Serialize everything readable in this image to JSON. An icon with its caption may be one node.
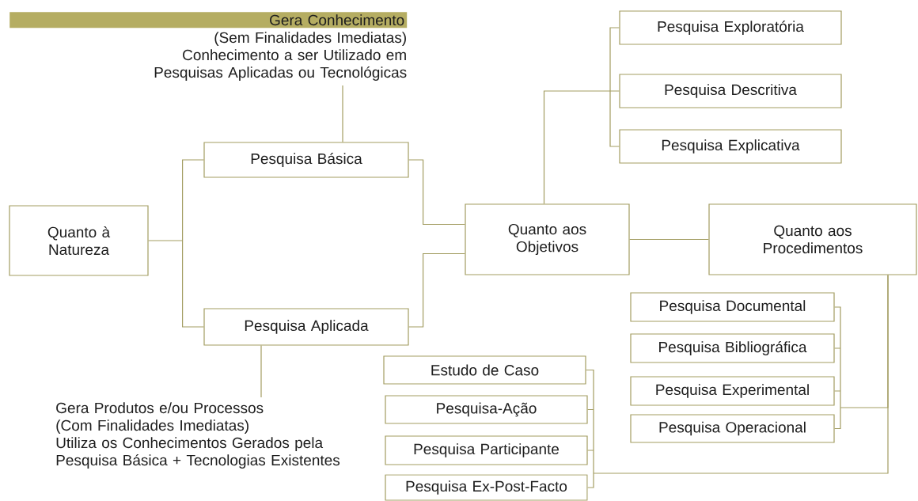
{
  "diagram": {
    "nodes": [
      {
        "text": [
          "Quanto à Natureza"
        ]
      },
      {
        "text": [
          "Pesquisa Básica"
        ]
      },
      {
        "text": [
          "Pesquisa Aplicada"
        ]
      },
      {
        "text": [
          "Gera Conhecimento",
          "(Sem Finalidades Imediatas)",
          "Conhecimento a ser Utilizado em Pesquisas Aplicadas ou Tecnológicas"
        ]
      },
      {
        "text": [
          "Gera Produtos e/ou Processos",
          "(Com Finalidades Imediatas)",
          "Utiliza os Conhecimentos Gerados pela Pesquisa Básica + Tecnologias Existentes"
        ]
      },
      {
        "text": [
          "Quanto aos Objetivos"
        ]
      },
      {
        "text": [
          "Quanto aos Procedimentos"
        ]
      },
      {
        "text": [
          "Pesquisa Exploratória"
        ]
      },
      {
        "text": [
          "Pesquisa Descritiva"
        ]
      },
      {
        "text": [
          "Pesquisa Explicativa"
        ]
      },
      {
        "text": [
          "Pesquisa Documental"
        ]
      },
      {
        "text": [
          "Pesquisa Bibliográfica"
        ]
      },
      {
        "text": [
          "Pesquisa Experimental"
        ]
      },
      {
        "text": [
          "Pesquisa Operacional"
        ]
      },
      {
        "text": [
          "Estudo de Caso"
        ]
      },
      {
        "text": [
          "Pesquisa-Ação"
        ]
      },
      {
        "text": [
          "Pesquisa Participante"
        ]
      },
      {
        "text": [
          "Pesquisa Ex-Post-Facto"
        ]
      }
    ],
    "edges": [
      {
        "from": 0,
        "to": 1,
        "arrow": "none"
      },
      {
        "from": 0,
        "to": 2,
        "arrow": "none"
      },
      {
        "from": 1,
        "to": 3,
        "arrow": "none"
      },
      {
        "from": 2,
        "to": 4,
        "arrow": "none"
      },
      {
        "from": 1,
        "to": 5,
        "arrow": "none"
      },
      {
        "from": 2,
        "to": 5,
        "arrow": "none"
      },
      {
        "from": 5,
        "to": 7,
        "arrow": "none"
      },
      {
        "from": 5,
        "to": 8,
        "arrow": "none"
      },
      {
        "from": 5,
        "to": 9,
        "arrow": "none"
      },
      {
        "from": 5,
        "to": 6,
        "arrow": "none"
      },
      {
        "from": 6,
        "to": 10,
        "arrow": "none"
      },
      {
        "from": 6,
        "to": 11,
        "arrow": "none"
      },
      {
        "from": 6,
        "to": 12,
        "arrow": "none"
      },
      {
        "from": 6,
        "to": 13,
        "arrow": "none"
      },
      {
        "from": 6,
        "to": 14,
        "arrow": "none"
      },
      {
        "from": 6,
        "to": 15,
        "arrow": "none"
      },
      {
        "from": 6,
        "to": 16,
        "arrow": "none"
      },
      {
        "from": 6,
        "to": 17,
        "arrow": "none"
      }
    ]
  }
}
